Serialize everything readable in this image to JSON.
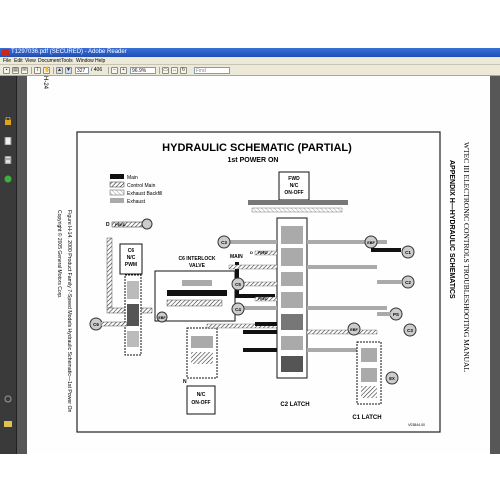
{
  "window": {
    "title": "T1297036.pdf (SECURED) - Adobe Reader"
  },
  "menu": [
    "File",
    "Edit",
    "View",
    "Document",
    "Tools",
    "Window",
    "Help"
  ],
  "toolbar": {
    "page_current": "327",
    "page_total": "/ 406",
    "zoom": "96.9%",
    "find_placeholder": "Find"
  },
  "page": {
    "page_number": "H-24",
    "title": "HYDRAULIC SCHEMATIC (PARTIAL)",
    "subtitle": "1st POWER ON",
    "legend": [
      {
        "label": "Main",
        "style": "solid"
      },
      {
        "label": "Control Main",
        "style": "hatch"
      },
      {
        "label": "Exhaust Backfill",
        "style": "hatch-light"
      },
      {
        "label": "Exhaust",
        "style": "grey"
      }
    ],
    "side_caption": "Figure H-14. 2000 Product Family 7-Speed Models Hydraulic Schematic—1st Power On",
    "copyright": "Copyright © 2005 General Motors Corp.",
    "right_header": "WTEC III ELECTRONIC CONTROLS TROUBLESHOOTING MANUAL",
    "appendix": "APPENDIX H—HYDRAULIC SCHEMATICS",
    "labels": {
      "fwd": [
        "FWD",
        "N/C",
        "ON-OFF"
      ],
      "c6": [
        "C6",
        "N/C",
        "PWM"
      ],
      "c6_interlock": [
        "C6 INTERLOCK",
        "VALVE"
      ],
      "n": [
        "N",
        "N/C",
        "ON-OFF"
      ],
      "main": "MAIN",
      "d_feed": "D",
      "feed": "FEED",
      "ebf": "EBF",
      "c2": "C2",
      "c1": "C1",
      "c3": "C3",
      "c5": "C5",
      "c4": "C4",
      "c6_port": "C6",
      "ps": "PS",
      "ex": "EX",
      "c2_latch": "C2 LATCH",
      "c1_latch": "C1 LATCH",
      "figure_code": "V03844.00"
    }
  }
}
